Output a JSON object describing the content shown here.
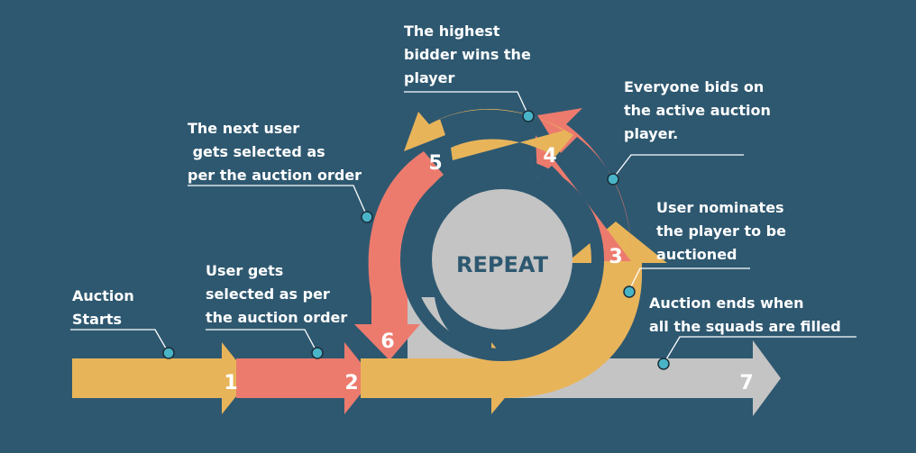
{
  "center_label": "REPEAT",
  "colors": {
    "background": "#2e5870",
    "yellow": "#e8b45a",
    "coral": "#ec7b6e",
    "gray": "#c4c4c4",
    "dot": "#49b4c8",
    "text": "#ffffff",
    "center_text": "#2e5870"
  },
  "steps": [
    {
      "number": "1",
      "label": "Auction\nStarts"
    },
    {
      "number": "2",
      "label": "User gets\nselected as per\nthe auction order"
    },
    {
      "number": "3",
      "label": "User nominates\nthe player to be\nauctioned"
    },
    {
      "number": "4",
      "label": "Everyone bids on\nthe active auction\nplayer."
    },
    {
      "number": "5",
      "label": "The highest\nbidder wins the\nplayer"
    },
    {
      "number": "6",
      "label": "The next user\n gets selected as\nper the auction order"
    },
    {
      "number": "7",
      "label": "Auction ends when\nall the squads are filled"
    }
  ]
}
